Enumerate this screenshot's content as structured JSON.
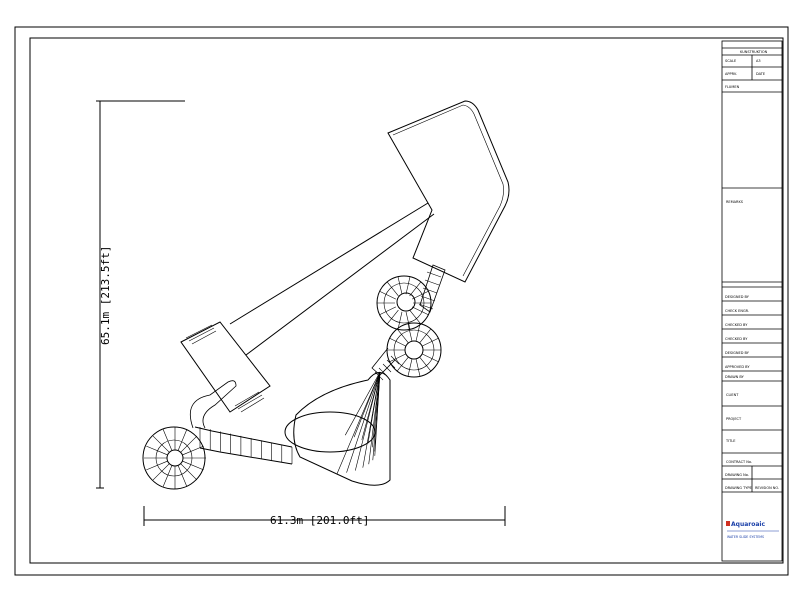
{
  "dimensions": {
    "width_label": "61.3m [201.0ft]",
    "height_label": "65.1m [213.5ft]"
  },
  "title_block": {
    "top_header": "KUNSTRUKTION",
    "top_cells": [
      "SCALE",
      "A3",
      "APPRV.",
      "DATE",
      "FLUMEN"
    ],
    "remarks_label": "REMARKS",
    "roles": [
      {
        "label": "DESIGNED BY",
        "value": ""
      },
      {
        "label": "CHECK ENGR.",
        "value": ""
      },
      {
        "label": "CHECKED BY",
        "value": ""
      },
      {
        "label": "CHECKED BY",
        "value": ""
      },
      {
        "label": "DESIGNED BY",
        "value": ""
      },
      {
        "label": "APPROVED BY",
        "value": ""
      },
      {
        "label": "DRAWN BY",
        "value": ""
      }
    ],
    "client_label": "CLIENT",
    "project_label": "PROJECT",
    "title_label": "TITLE",
    "contract_label": "CONTRACT No.",
    "drawing_no_label": "DRAWING No.",
    "drawing_type_label": "DRAWING TYPE",
    "revision_label": "REVISION NO.",
    "company_name": "Aquaroaic",
    "company_sub": "WATER SLIDE SYSTEMS"
  },
  "colors": {
    "ink": "#000000",
    "brand": "#1a3fa8",
    "brand_accent": "#d03020"
  }
}
